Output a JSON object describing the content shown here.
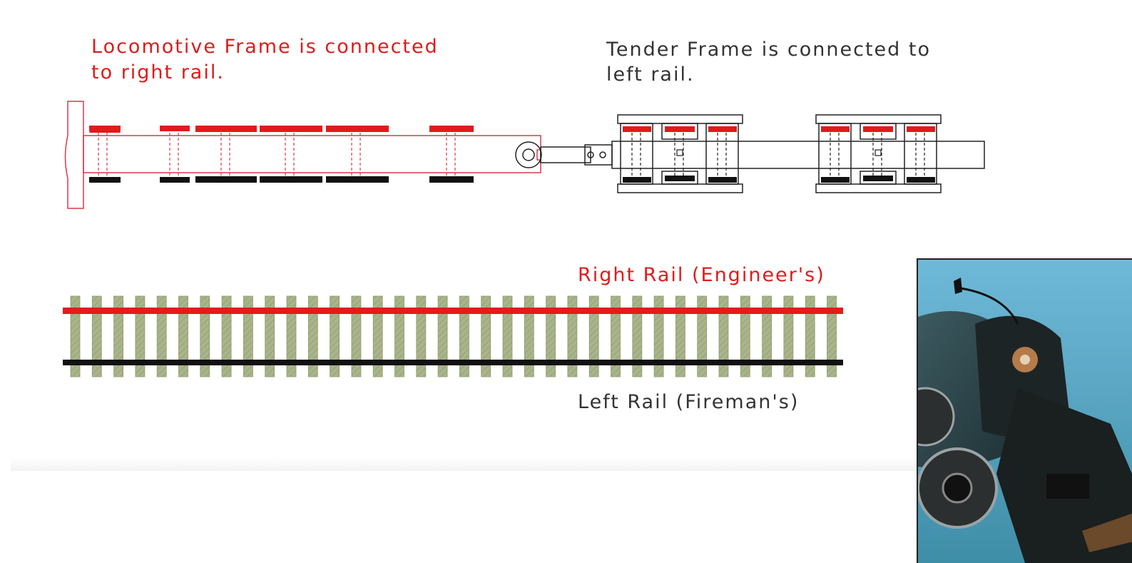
{
  "labels": {
    "loco_line1": "Locomotive Frame is connected",
    "loco_line2": "to right rail.",
    "tender_line1": "Tender Frame is connected to",
    "tender_line2": "left rail.",
    "right_rail": "Right Rail (Engineer's)",
    "left_rail": "Left Rail (Fireman's)"
  },
  "colors": {
    "locomotive": "#e01b1b",
    "tender": "#111111",
    "right_rail": "#e41b1b",
    "left_rail": "#111111",
    "tie": "#a9b48a"
  },
  "photo": {
    "subject": "locomotive-smokebox-photo"
  }
}
